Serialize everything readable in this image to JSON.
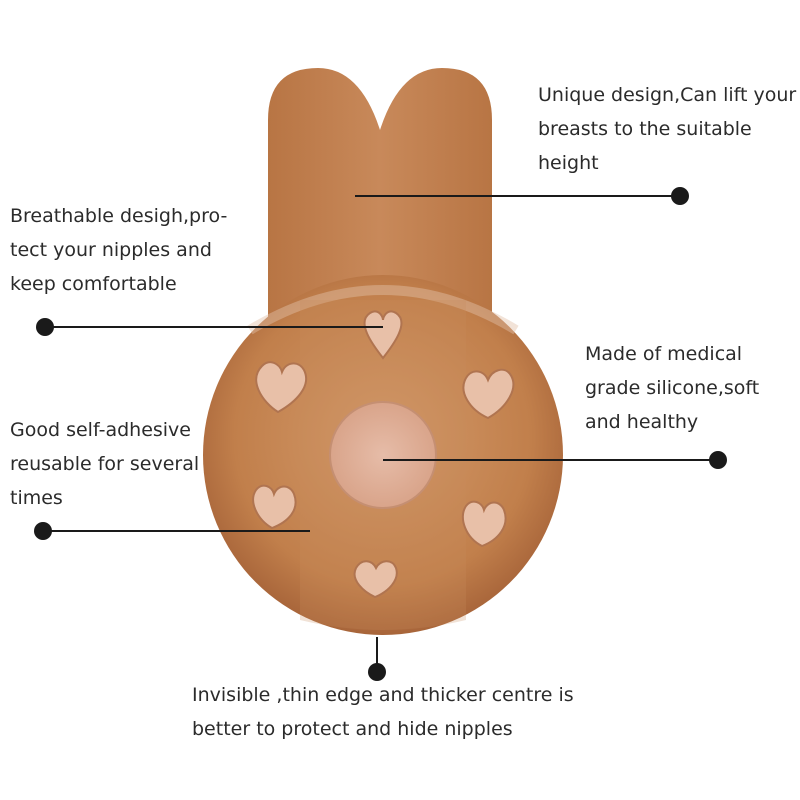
{
  "colors": {
    "silicone": "#c17f4b",
    "silicone_shadow": "#9a5c31",
    "cup_highlight": "#d8ac8a",
    "center_pad": "#e3b49f",
    "heart_fill": "#e8c0a8",
    "callout_line": "#1a1a1a",
    "text": "#2b2b2b",
    "background": "#ffffff"
  },
  "callouts": {
    "lift": "Unique design,Can lift your\nbreasts to the suitable\nheight",
    "breathable": "Breathable desigh,pro-\ntect your nipples and\nkeep comfortable",
    "medical": "Made of medical\ngrade silicone,soft\nand healthy",
    "adhesive": "Good self-adhesive\nreusable for several\ntimes",
    "edge": "Invisible ,thin edge and thicker centre is\nbetter to protect and hide nipples"
  },
  "icons": [
    "heart-icon",
    "dot-marker-icon"
  ]
}
